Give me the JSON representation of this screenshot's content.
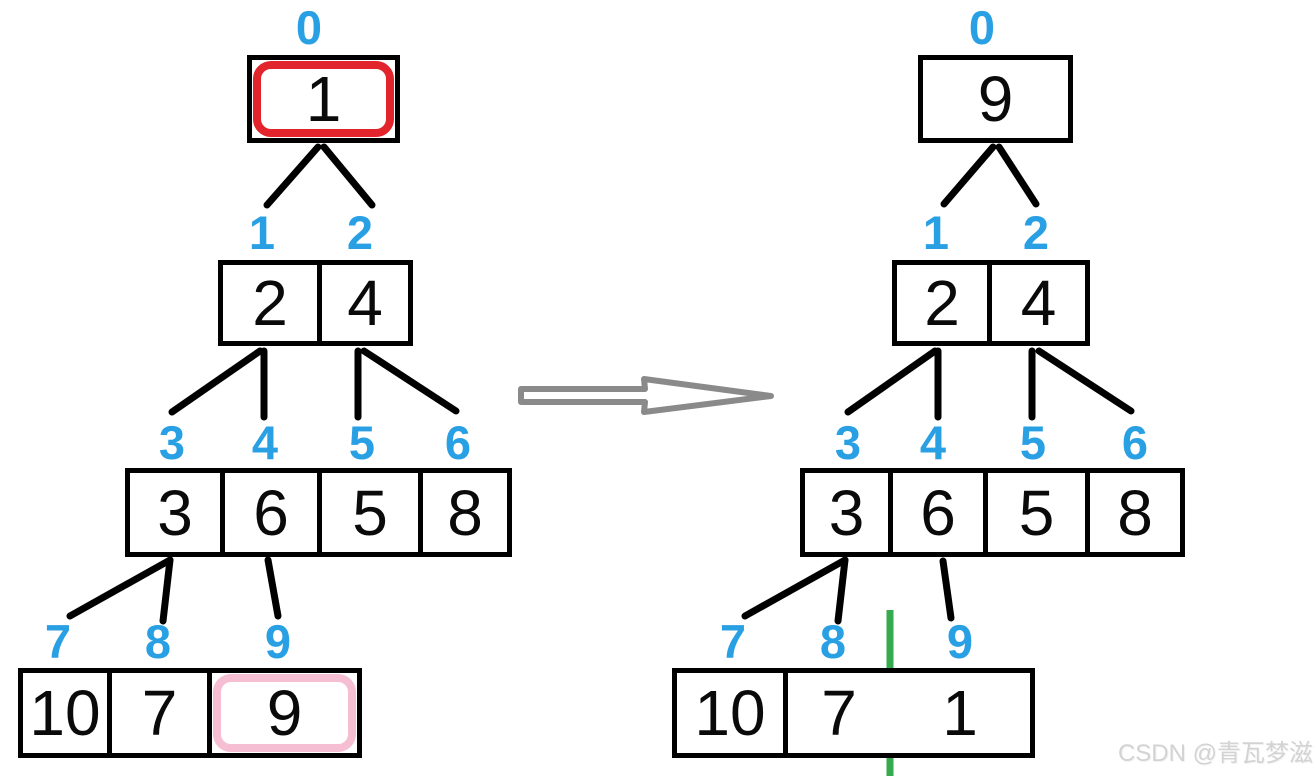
{
  "watermark": "CSDN @青瓦梦滋",
  "colors": {
    "index_blue": "#2aa0e4",
    "highlight_red": "#e2242c",
    "highlight_pink": "#f6bed2",
    "boundary_green": "#35ab4d",
    "arrow_gray": "#8a8a8a",
    "edge_black": "#000000"
  },
  "left": {
    "root": {
      "index": "0",
      "value": "1"
    },
    "level1": {
      "indices": [
        "1",
        "2"
      ],
      "values": [
        "2",
        "4"
      ]
    },
    "level2": {
      "indices": [
        "3",
        "4",
        "5",
        "6"
      ],
      "values": [
        "3",
        "6",
        "5",
        "8"
      ]
    },
    "level3": {
      "indices": [
        "7",
        "8",
        "9"
      ],
      "values": [
        "10",
        "7",
        "9"
      ]
    }
  },
  "right": {
    "root": {
      "index": "0",
      "value": "9"
    },
    "level1": {
      "indices": [
        "1",
        "2"
      ],
      "values": [
        "2",
        "4"
      ]
    },
    "level2": {
      "indices": [
        "3",
        "4",
        "5",
        "6"
      ],
      "values": [
        "3",
        "6",
        "5",
        "8"
      ]
    },
    "level3": {
      "indices": [
        "7",
        "8",
        "9"
      ],
      "values": [
        "10",
        "7",
        "1"
      ]
    }
  }
}
